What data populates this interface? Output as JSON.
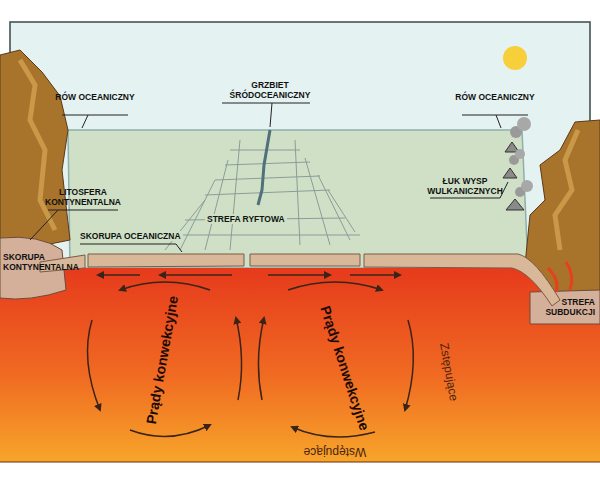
{
  "diagram": {
    "labels": [
      "RÓW OCEANICZNY",
      "GRZBIET ŚRÓDOCEANICZNY",
      "RÓW OCEANICZNY",
      "ŁUK WYSP WULKANICZNYCH",
      "LITOSFERA KONTYNENTALNA",
      "SKORUPA KONTYNENTALNA",
      "SKORUPA OCEANICZNA",
      "STREFA RYFTOWA",
      "STREFA SUBDUKCJI",
      "Prądy konwekcyjne",
      "Prądy konwekcyjne",
      "Zstępujące",
      "Wstępujące"
    ]
  }
}
